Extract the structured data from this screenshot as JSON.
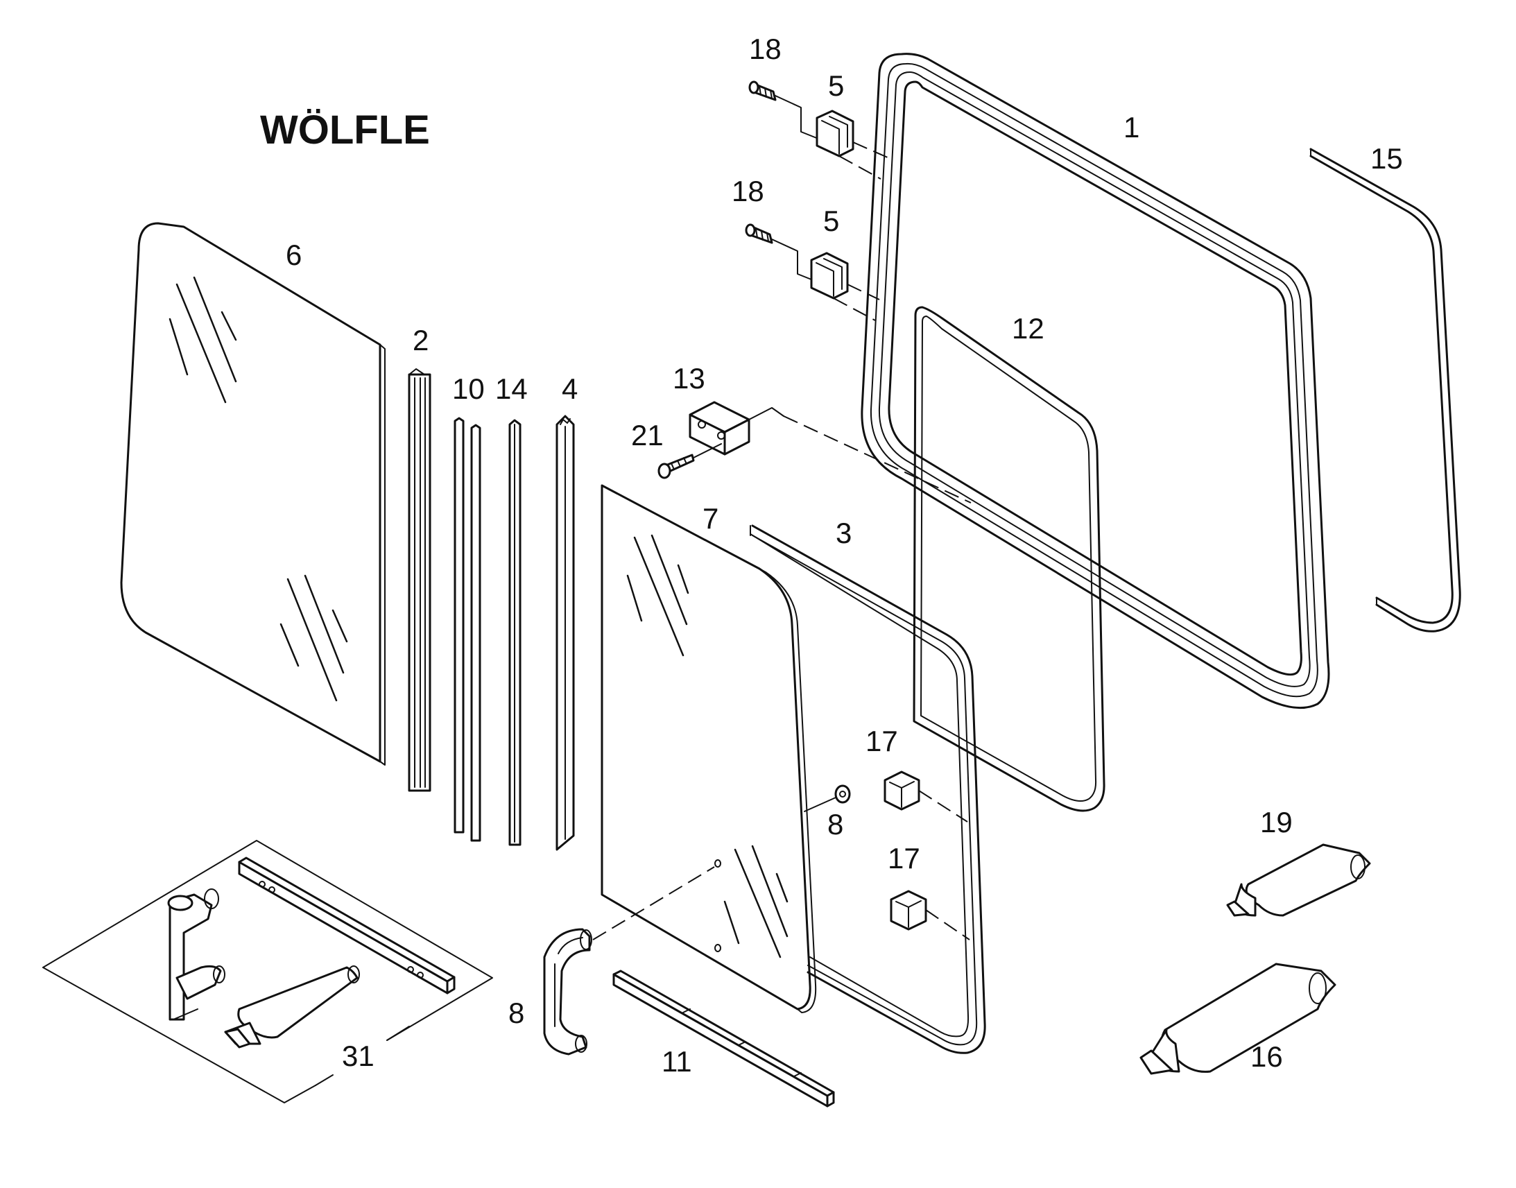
{
  "brand": "WÖLFLE",
  "callouts": {
    "p1": "1",
    "p2": "2",
    "p3": "3",
    "p4": "4",
    "p5a": "5",
    "p5b": "5",
    "p6": "6",
    "p7": "7",
    "p8a": "8",
    "p8b": "8",
    "p10": "10",
    "p11": "11",
    "p12": "12",
    "p13": "13",
    "p14": "14",
    "p15": "15",
    "p16": "16",
    "p17a": "17",
    "p17b": "17",
    "p18a": "18",
    "p18b": "18",
    "p19": "19",
    "p21": "21",
    "p31": "31"
  }
}
